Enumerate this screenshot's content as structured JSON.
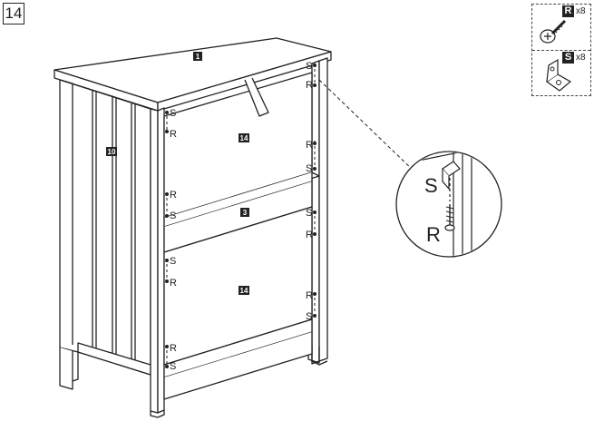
{
  "step": {
    "number": "14"
  },
  "parts": {
    "top": "1",
    "side_panel": "10",
    "upper_panel": "14",
    "middle_rail": "3",
    "lower_panel": "14"
  },
  "fasteners": {
    "s_label": "S",
    "r_label": "R"
  },
  "legend": {
    "items": [
      {
        "code": "R",
        "qty": "x8",
        "icon": "screw-icon"
      },
      {
        "code": "S",
        "qty": "x8",
        "icon": "bracket-icon"
      }
    ]
  },
  "detail": {
    "s_label": "S",
    "r_label": "R"
  }
}
